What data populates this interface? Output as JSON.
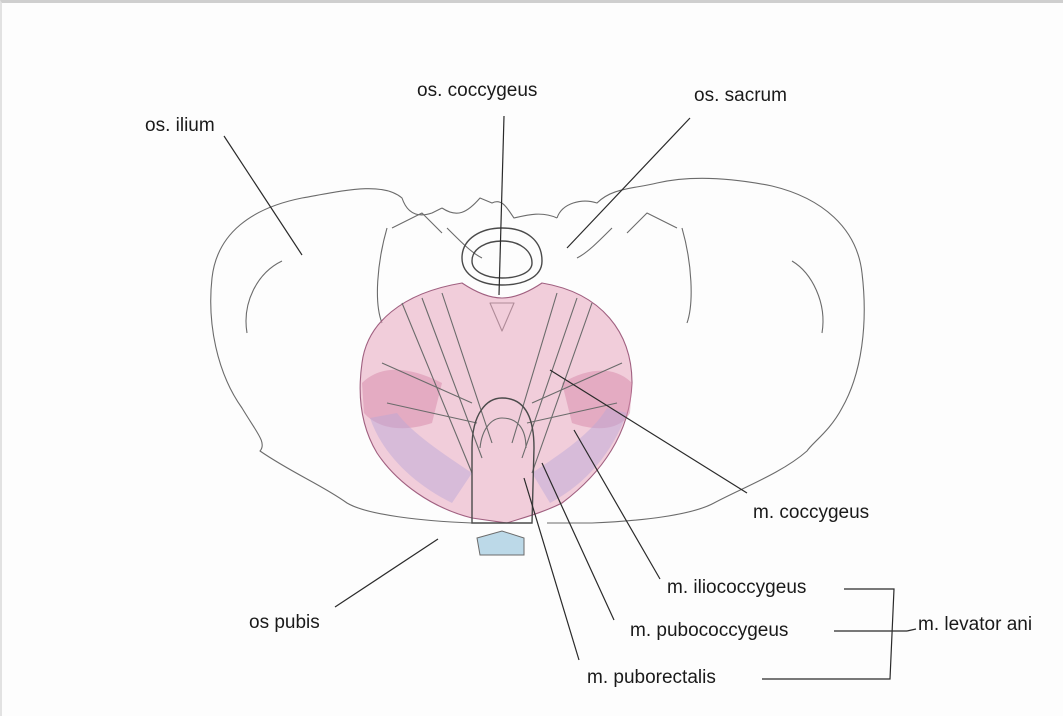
{
  "labels": {
    "os_ilium": "os. ilium",
    "os_coccygeus": "os. coccygeus",
    "os_sacrum": "os. sacrum",
    "m_coccygeus": "m. coccygeus",
    "m_iliococcygeus": "m. iliococcygeus",
    "m_pubococcygeus": "m. pubococcygeus",
    "m_puborectalis": "m. puborectalis",
    "os_pubis": "os pubis",
    "m_levator_ani": "m. levator ani"
  },
  "colors": {
    "muscle_fill": "#e8a6bd",
    "muscle_shade": "#c98aa8",
    "muscle_violet": "#b9a6d6",
    "symphysis": "#bcd9e8",
    "line": "#2a2a2a"
  }
}
